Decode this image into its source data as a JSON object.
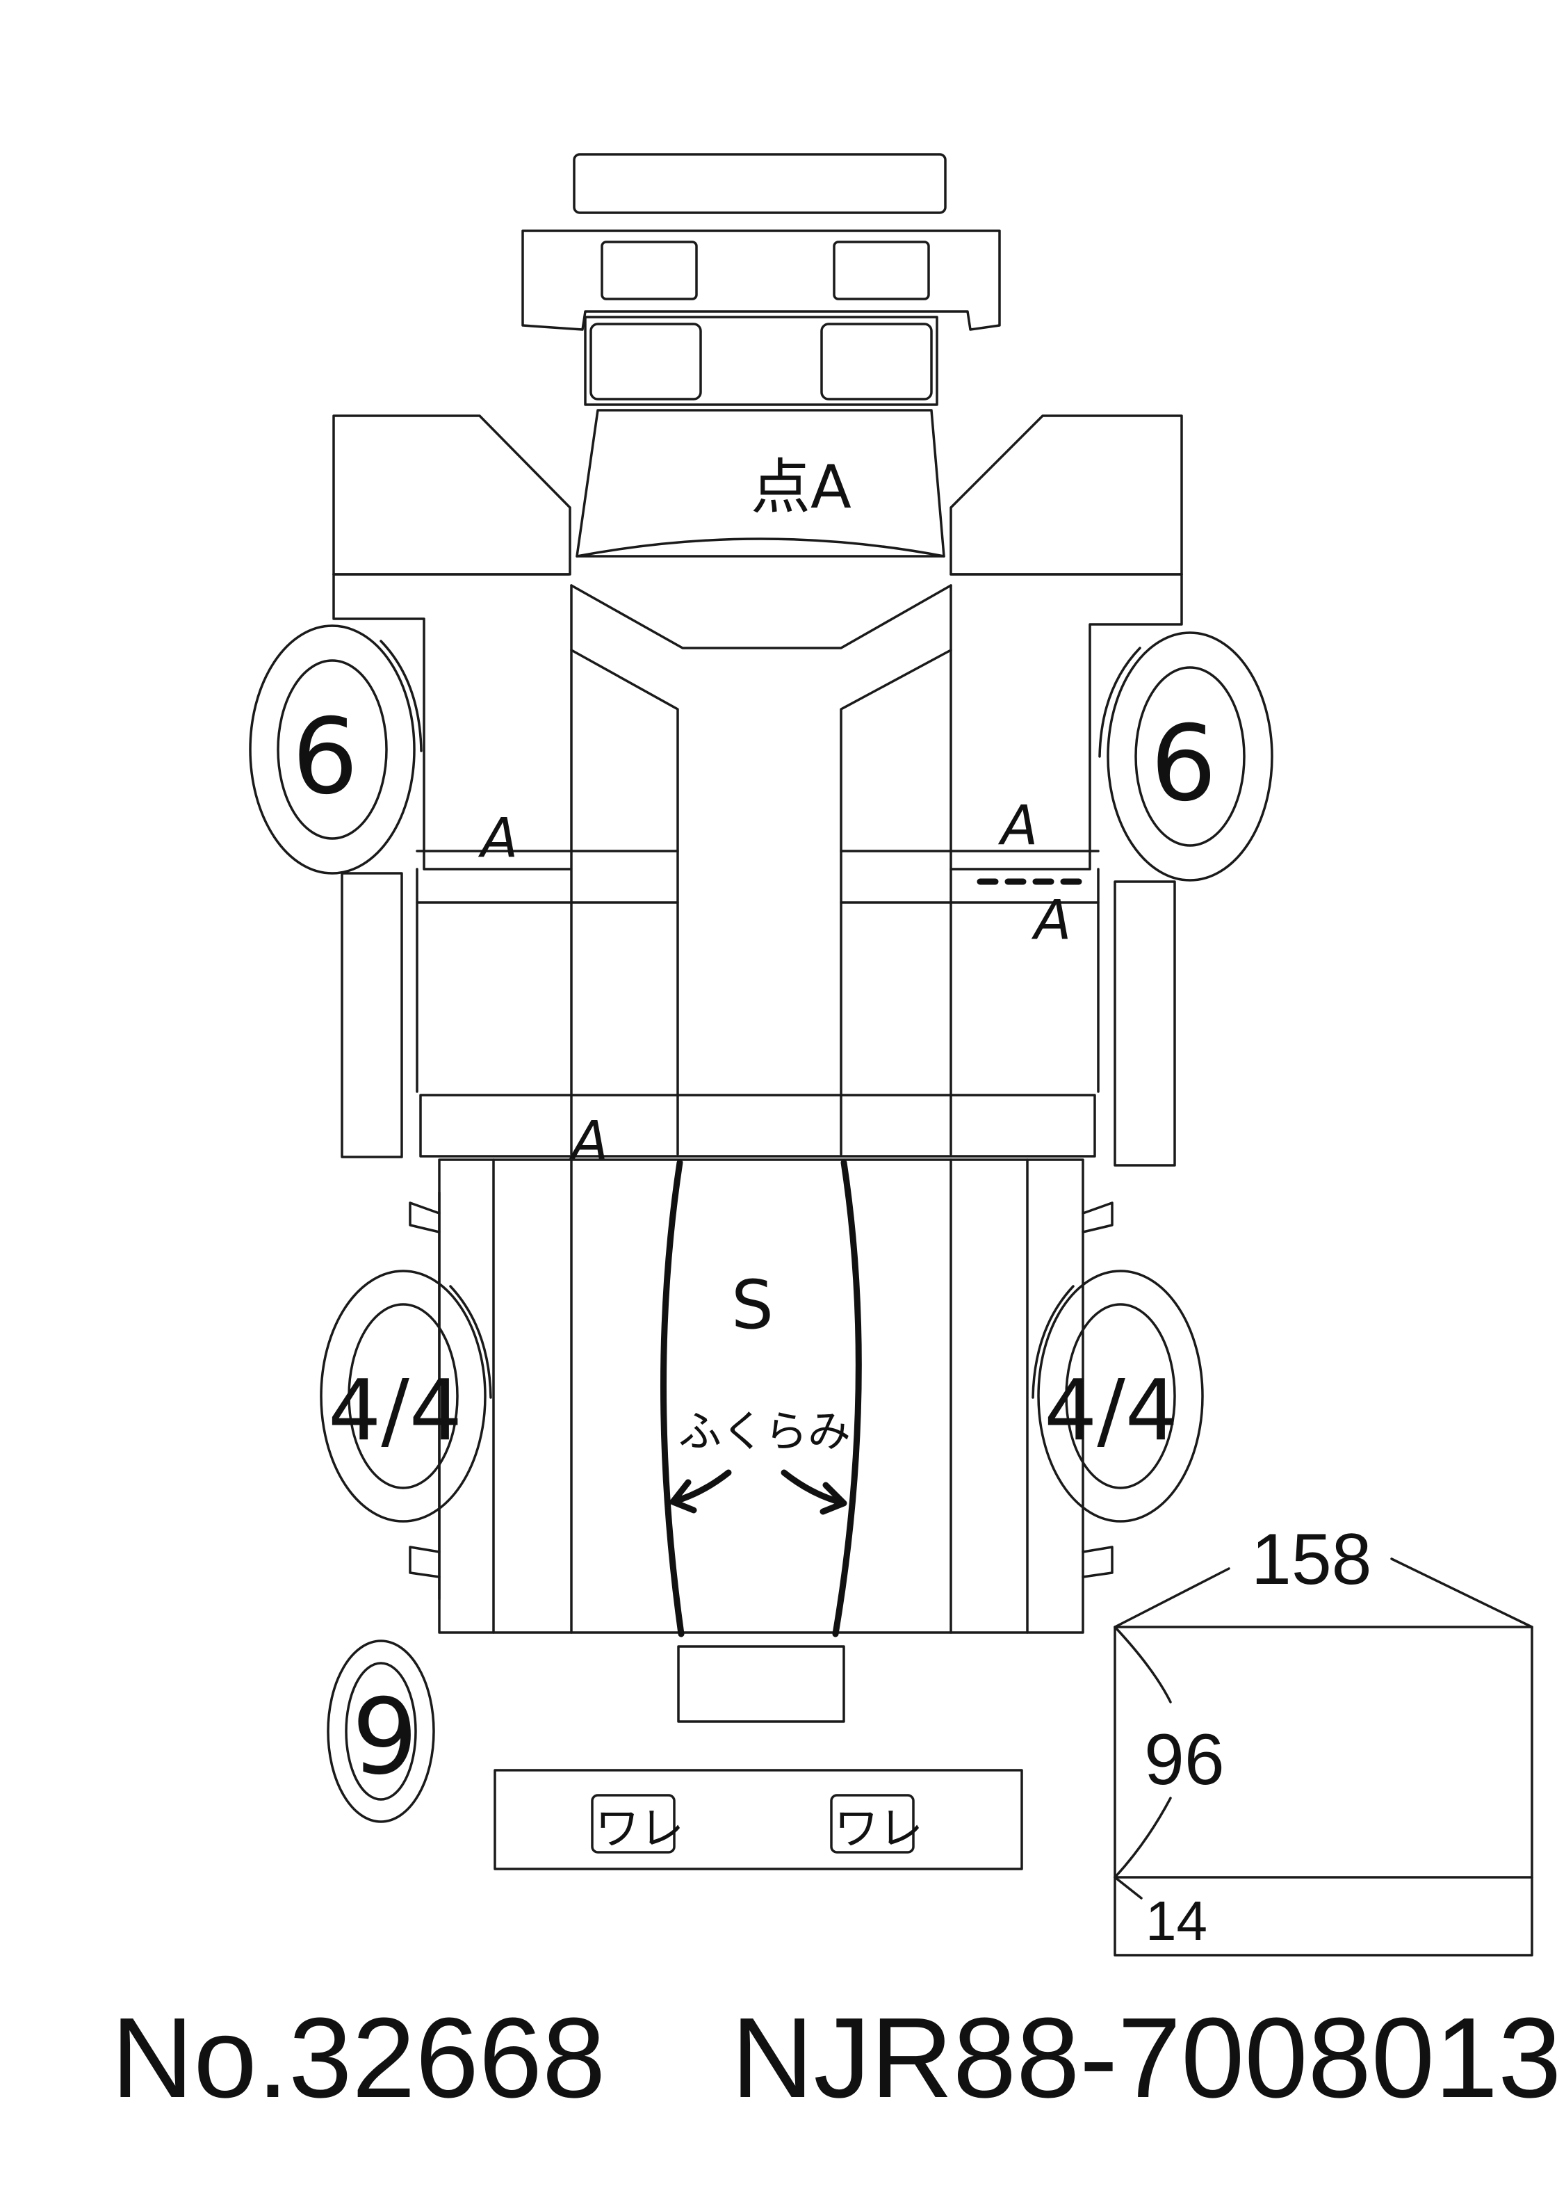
{
  "marks": {
    "hood": "点A",
    "left_front_fender": "A",
    "right_front_fender": "A",
    "right_front_fender_2": "A",
    "left_sill": "A",
    "cargo_bed": "S",
    "cargo_bed_note": "ふくらみ",
    "rear_left_lamp": "ワレ",
    "rear_right_lamp": "ワレ"
  },
  "tires": {
    "front_left": "6",
    "front_right": "6",
    "rear_left": "4/4",
    "rear_right": "4/4",
    "spare": "9"
  },
  "dimensions": {
    "length": "158",
    "width": "96",
    "height": "14"
  },
  "footer": {
    "number": "No.32668",
    "chassis": "NJR88-7008013"
  }
}
